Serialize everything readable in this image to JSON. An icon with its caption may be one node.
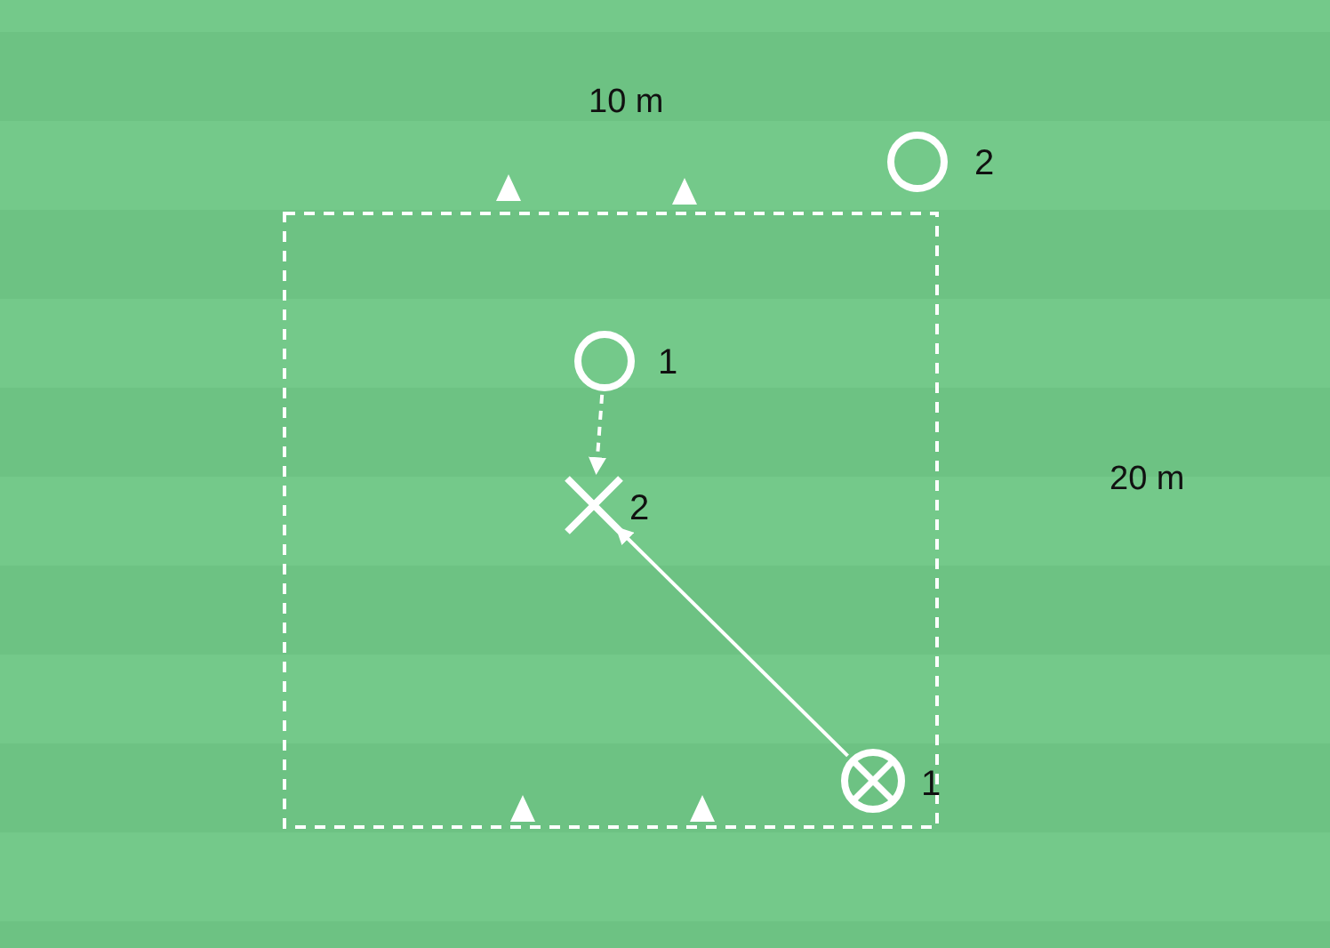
{
  "diagram": {
    "nodes": [
      {
        "text": [],
        "shape": "circle",
        "beside": [
          "2"
        ]
      },
      {
        "text": [],
        "shape": "circle",
        "beside": [
          "1"
        ]
      },
      {
        "text": [],
        "shape": "cross",
        "beside": [
          "2"
        ]
      },
      {
        "text": [],
        "shape": "crossed-circle",
        "beside": [
          "1"
        ]
      }
    ],
    "edges": [
      {
        "from": 1,
        "to": 2,
        "arrow": "to",
        "style": "dashed"
      },
      {
        "from": 3,
        "to": 2,
        "arrow": "to"
      }
    ],
    "labels": [
      "10 m",
      "20 m"
    ]
  }
}
